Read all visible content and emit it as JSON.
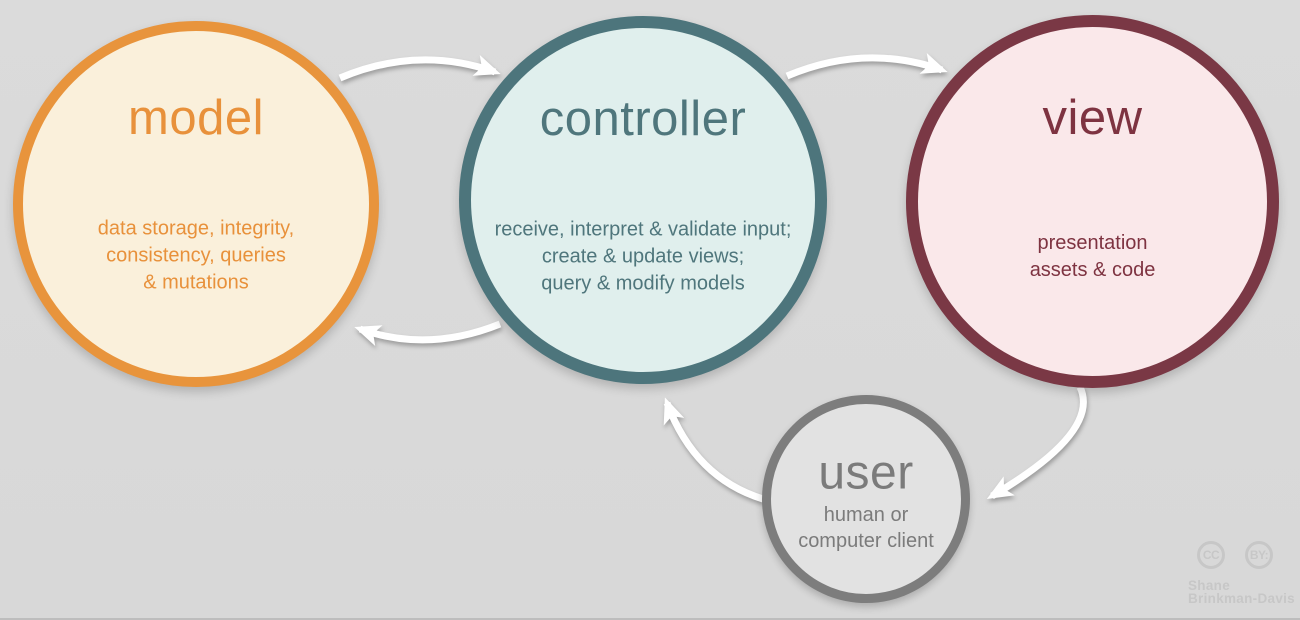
{
  "background_color": "#dadada",
  "arrow_color": "#ffffff",
  "nodes": {
    "model": {
      "title": "model",
      "body_lines": [
        "data storage, integrity,",
        "consistency, queries",
        "& mutations"
      ],
      "border_color": "#e8943c",
      "fill_color": "#faf0db",
      "text_color": "#e8913b"
    },
    "controller": {
      "title": "controller",
      "body_lines": [
        "receive, interpret & validate input;",
        "create & update views;",
        "query & modify models"
      ],
      "border_color": "#4d757c",
      "fill_color": "#e0efed",
      "text_color": "#4f767c"
    },
    "view": {
      "title": "view",
      "body_lines": [
        "presentation",
        "assets & code"
      ],
      "border_color": "#7a3845",
      "fill_color": "#fae8ea",
      "text_color": "#7e3341"
    },
    "user": {
      "title": "user",
      "body_lines": [
        "human or",
        "computer client"
      ],
      "border_color": "#7d7d7d",
      "fill_color": "#e2e2e2",
      "text_color": "#7b7b7b"
    }
  },
  "arrows": [
    {
      "name": "model-to-controller",
      "from": "model",
      "to": "controller"
    },
    {
      "name": "controller-to-view",
      "from": "controller",
      "to": "view"
    },
    {
      "name": "controller-to-model",
      "from": "controller",
      "to": "model"
    },
    {
      "name": "view-to-user",
      "from": "view",
      "to": "user"
    },
    {
      "name": "user-to-controller",
      "from": "user",
      "to": "controller"
    }
  ],
  "credits": {
    "cc_label": "CC",
    "by_label": "BY:",
    "author_line1": "Shane",
    "author_line2": "Brinkman-Davis",
    "text_color": "#c7c7c7"
  }
}
